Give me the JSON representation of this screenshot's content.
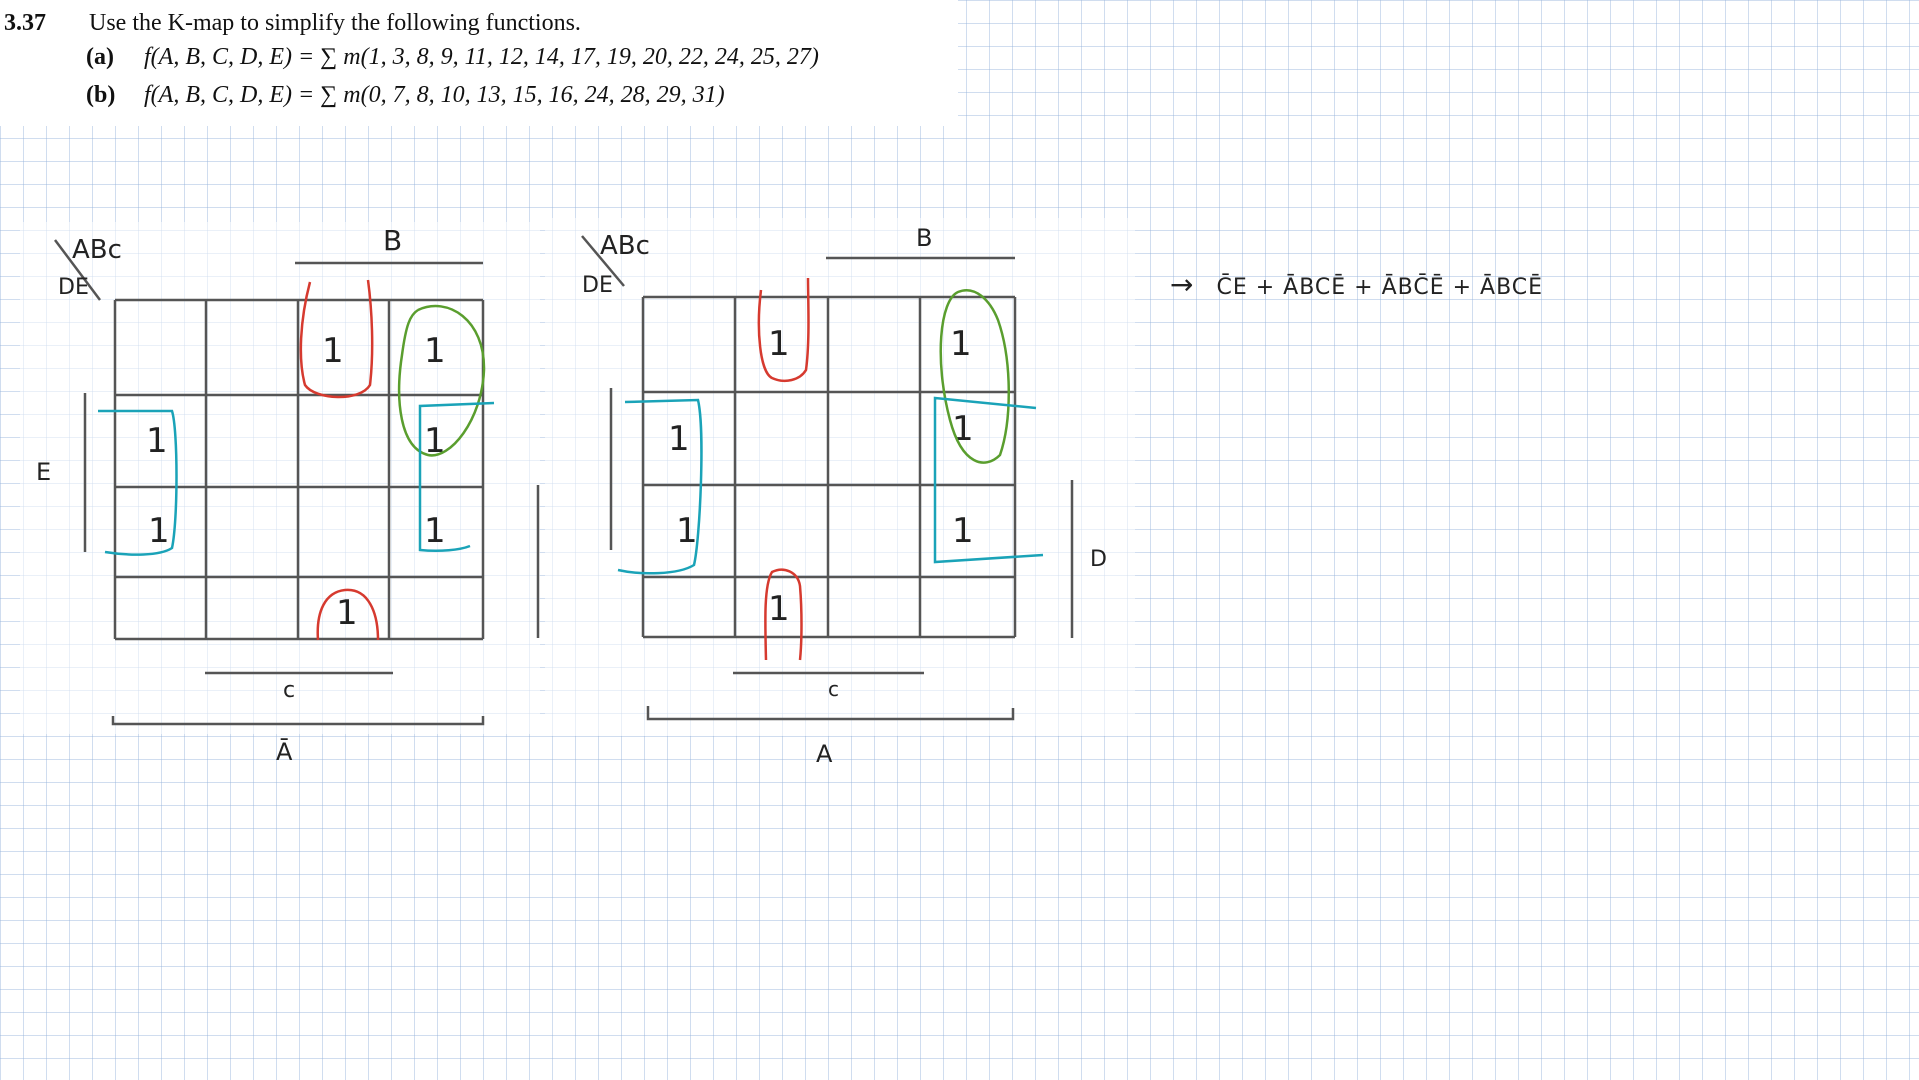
{
  "problem": {
    "number": "3.37",
    "statement": "Use the K-map to simplify the following functions.",
    "parts": [
      {
        "tag": "(a)",
        "function": "f(A, B, C, D, E) = ∑ m(1, 3, 8, 9, 11, 12, 14, 17, 19, 20, 22, 24, 25, 27)"
      },
      {
        "tag": "(b)",
        "function": "f(A, B, C, D, E) = ∑ m(0, 7, 8, 10, 13, 15, 16, 24, 28, 29, 31)"
      }
    ]
  },
  "kmap_left": {
    "corner_top": "ABc",
    "corner_bottom": "DE",
    "label_top": "B",
    "label_left": "E",
    "label_bottom_inner": "c",
    "label_bottom_outer": "Ā",
    "ones": [
      "1",
      "1",
      "1",
      "1",
      "1",
      "1",
      "1"
    ]
  },
  "kmap_right": {
    "corner_top": "ABc",
    "corner_bottom": "DE",
    "label_top": "B",
    "label_right": "D",
    "label_bottom_inner": "c",
    "label_bottom_outer": "A",
    "ones": [
      "1",
      "1",
      "1",
      "1",
      "1",
      "1",
      "1"
    ]
  },
  "result": {
    "arrow": "→",
    "expression": "C̄E + ĀBCĒ + ĀBC̄Ē + ĀBCĒ"
  },
  "colors": {
    "red": "#d63a2f",
    "green": "#5a9e2e",
    "cyan": "#1aa3b8",
    "grid": "#555555"
  }
}
